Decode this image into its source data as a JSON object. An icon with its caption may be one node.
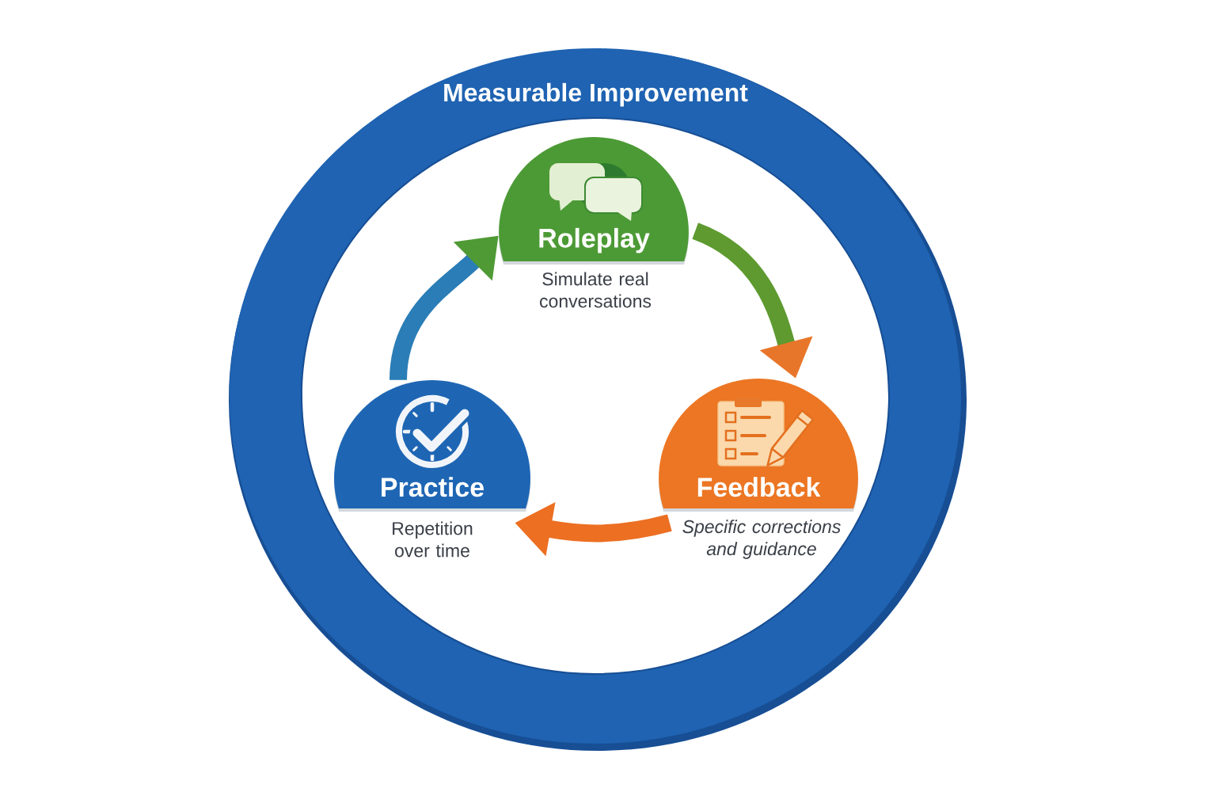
{
  "diagram": {
    "nodes": [
      {
        "text": [
          "Measurable Improvement"
        ]
      },
      {
        "text": [
          "Roleplay"
        ],
        "beside": [
          "Simulate real conversations"
        ],
        "in": 0
      },
      {
        "text": [
          "Practice"
        ],
        "beside": [
          "Repetition over time"
        ],
        "in": 0
      },
      {
        "text": [
          "Feedback"
        ],
        "beside": [
          "Specific corrections and guidance"
        ],
        "in": 0
      }
    ],
    "edges": [
      {
        "from": 1,
        "to": 3,
        "arrow": "to",
        "color": "#5e9a30"
      },
      {
        "from": 3,
        "to": 2,
        "arrow": "to",
        "color": "#ec6f22"
      },
      {
        "from": 2,
        "to": 1,
        "arrow": "to",
        "color": "#2a7db6"
      }
    ]
  }
}
